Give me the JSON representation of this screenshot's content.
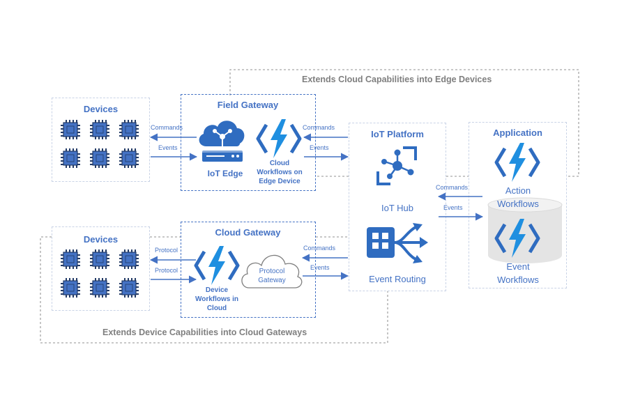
{
  "colors": {
    "accent": "#4472c4",
    "chip": "#4472c4",
    "chip_border": "#223a66",
    "gray": "#a6a6a6",
    "text_gray": "#7f7f7f"
  },
  "top_extension_label": "Extends Cloud Capabilities into Edge Devices",
  "bottom_extension_label": "Extends Device Capabilities into Cloud Gateways",
  "devices_top": {
    "title": "Devices",
    "chip_count": 6,
    "icon": "microchip-icon"
  },
  "devices_bottom": {
    "title": "Devices",
    "chip_count": 6,
    "icon": "microchip-icon"
  },
  "field_gateway": {
    "title": "Field Gateway",
    "iot_edge_label": "IoT Edge",
    "workflows_label": [
      "Cloud",
      "Workflows on",
      "Edge Device"
    ],
    "left_arrows": {
      "top": "Commands",
      "bottom": "Events"
    },
    "right_arrows": {
      "top": "Commands",
      "bottom": "Events"
    }
  },
  "cloud_gateway": {
    "title": "Cloud Gateway",
    "workflows_label": [
      "Device",
      "Workflows in",
      "Cloud"
    ],
    "protocol_gateway_label": [
      "Protocol",
      "Gateway"
    ],
    "left_arrows": {
      "top": "Protocol",
      "bottom": "Protocol"
    },
    "right_arrows": {
      "top": "Commands",
      "bottom": "Events"
    }
  },
  "iot_platform": {
    "title": "IoT Platform",
    "hub_label": "IoT Hub",
    "routing_label": "Event Routing"
  },
  "platform_app_arrows": {
    "top": "Commands",
    "bottom": "Events"
  },
  "application": {
    "title": "Application",
    "action_label": [
      "Action",
      "Workflows"
    ],
    "event_label": [
      "Event",
      "Workflows"
    ]
  }
}
